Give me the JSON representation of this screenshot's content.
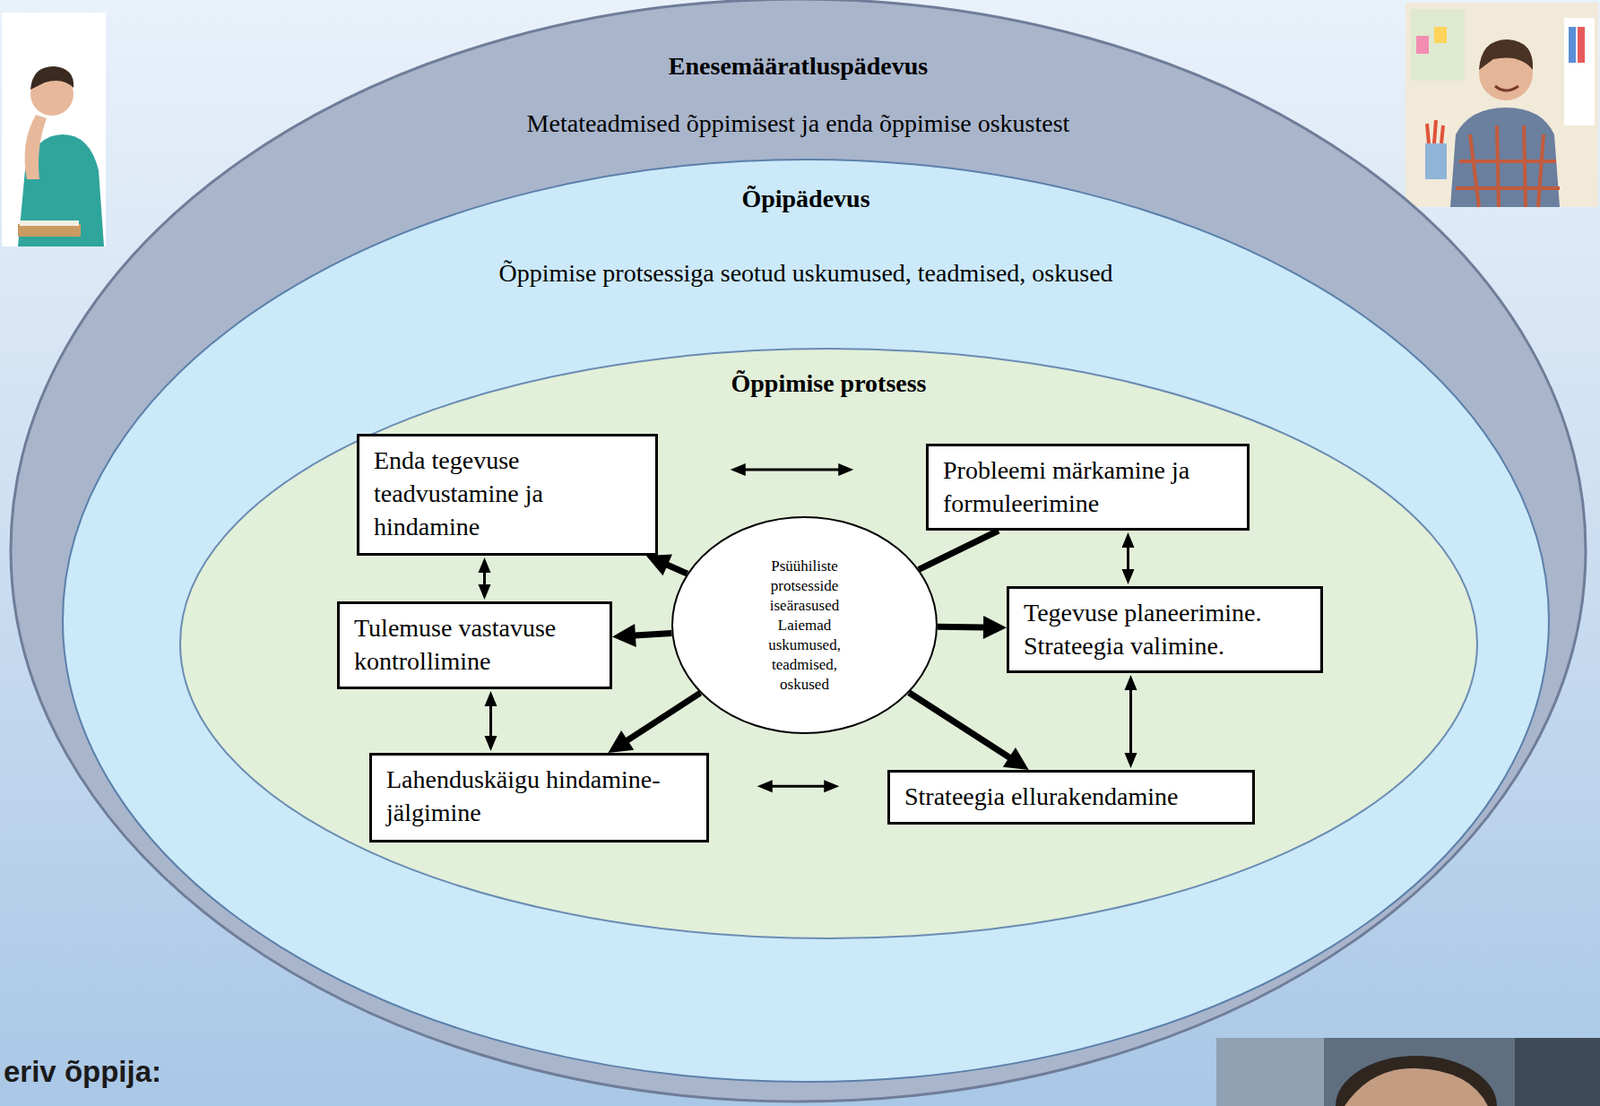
{
  "diagram": {
    "nodes": [
      {
        "text": [
          "Enesemääratluspädevus",
          "Metateadmised õppimisest ja enda õppimise oskustest"
        ]
      },
      {
        "text": [
          "Õpipädevus",
          "Õppimise protsessiga seotud uskumused, teadmised, oskused"
        ],
        "in": 0
      },
      {
        "text": [
          "Õppimise protsess"
        ],
        "in": 1
      },
      {
        "text": [
          "Enda tegevuse teadvustamine ja hindamine"
        ],
        "in": 2
      },
      {
        "text": [
          "Probleemi märkamine ja formuleerimine"
        ],
        "in": 2
      },
      {
        "text": [
          "Psüühiliste protsesside iseärasused",
          "Laiemad uskumused, teadmised, oskused"
        ],
        "in": 2
      },
      {
        "text": [
          "Tulemuse vastavuse kontrollimine"
        ],
        "in": 2
      },
      {
        "text": [
          "Tegevuse planeerimine. Strateegia valimine."
        ],
        "in": 2
      },
      {
        "text": [
          "Lahenduskäigu hindamine-jälgimine"
        ],
        "in": 2
      },
      {
        "text": [
          "Strateegia ellurakendamine"
        ],
        "in": 2
      }
    ],
    "edges": [
      {
        "from": 3,
        "to": 4,
        "arrow": "both"
      },
      {
        "from": 3,
        "to": 6,
        "arrow": "both"
      },
      {
        "from": 6,
        "to": 8,
        "arrow": "both"
      },
      {
        "from": 8,
        "to": 9,
        "arrow": "both"
      },
      {
        "from": 4,
        "to": 7,
        "arrow": "both"
      },
      {
        "from": 7,
        "to": 9,
        "arrow": "both"
      },
      {
        "from": 5,
        "to": 3,
        "arrow": "to"
      },
      {
        "from": 5,
        "to": 4,
        "arrow": "none"
      },
      {
        "from": 5,
        "to": 6,
        "arrow": "to"
      },
      {
        "from": 5,
        "to": 7,
        "arrow": "to"
      },
      {
        "from": 5,
        "to": 8,
        "arrow": "to"
      },
      {
        "from": 5,
        "to": 9,
        "arrow": "to"
      }
    ],
    "labels": [
      "eriv õppija:"
    ]
  }
}
